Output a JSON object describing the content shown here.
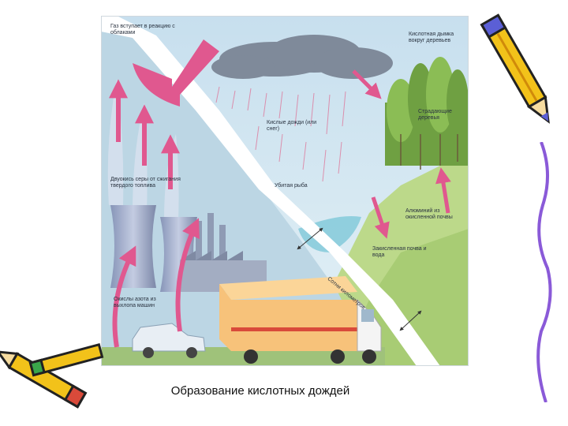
{
  "labels": {
    "gas_rises": "Газ вступает в реакцию с облаками",
    "acid_fog": "Кислотная дымка вокруг деревьев",
    "acid_rain": "Кислые дожди (или снег)",
    "suffering_trees": "Страдающие деревья",
    "sulfur_dioxide": "Двуокись серы от сжигания твердого топлива",
    "dead_fish": "Убитая рыба",
    "aluminium": "Алюминий из окисленной почвы",
    "acidified_soil": "Закисленная почва и вода",
    "distance": "Сотни километров",
    "nitrogen_oxides": "Окислы азота из выхлопа машин"
  },
  "caption": "Образование кислотных дождей",
  "colors": {
    "sky": "#cfe4ef",
    "cloud": "#7f8a9a",
    "arrow": "#e0588f",
    "road": "#ffffff",
    "hill": "#bcd98a",
    "truck": "#f7c27a",
    "pencil": "#f2c21a"
  },
  "icons": [
    "pencil-icon",
    "pencil-icon",
    "pencil-icon"
  ]
}
